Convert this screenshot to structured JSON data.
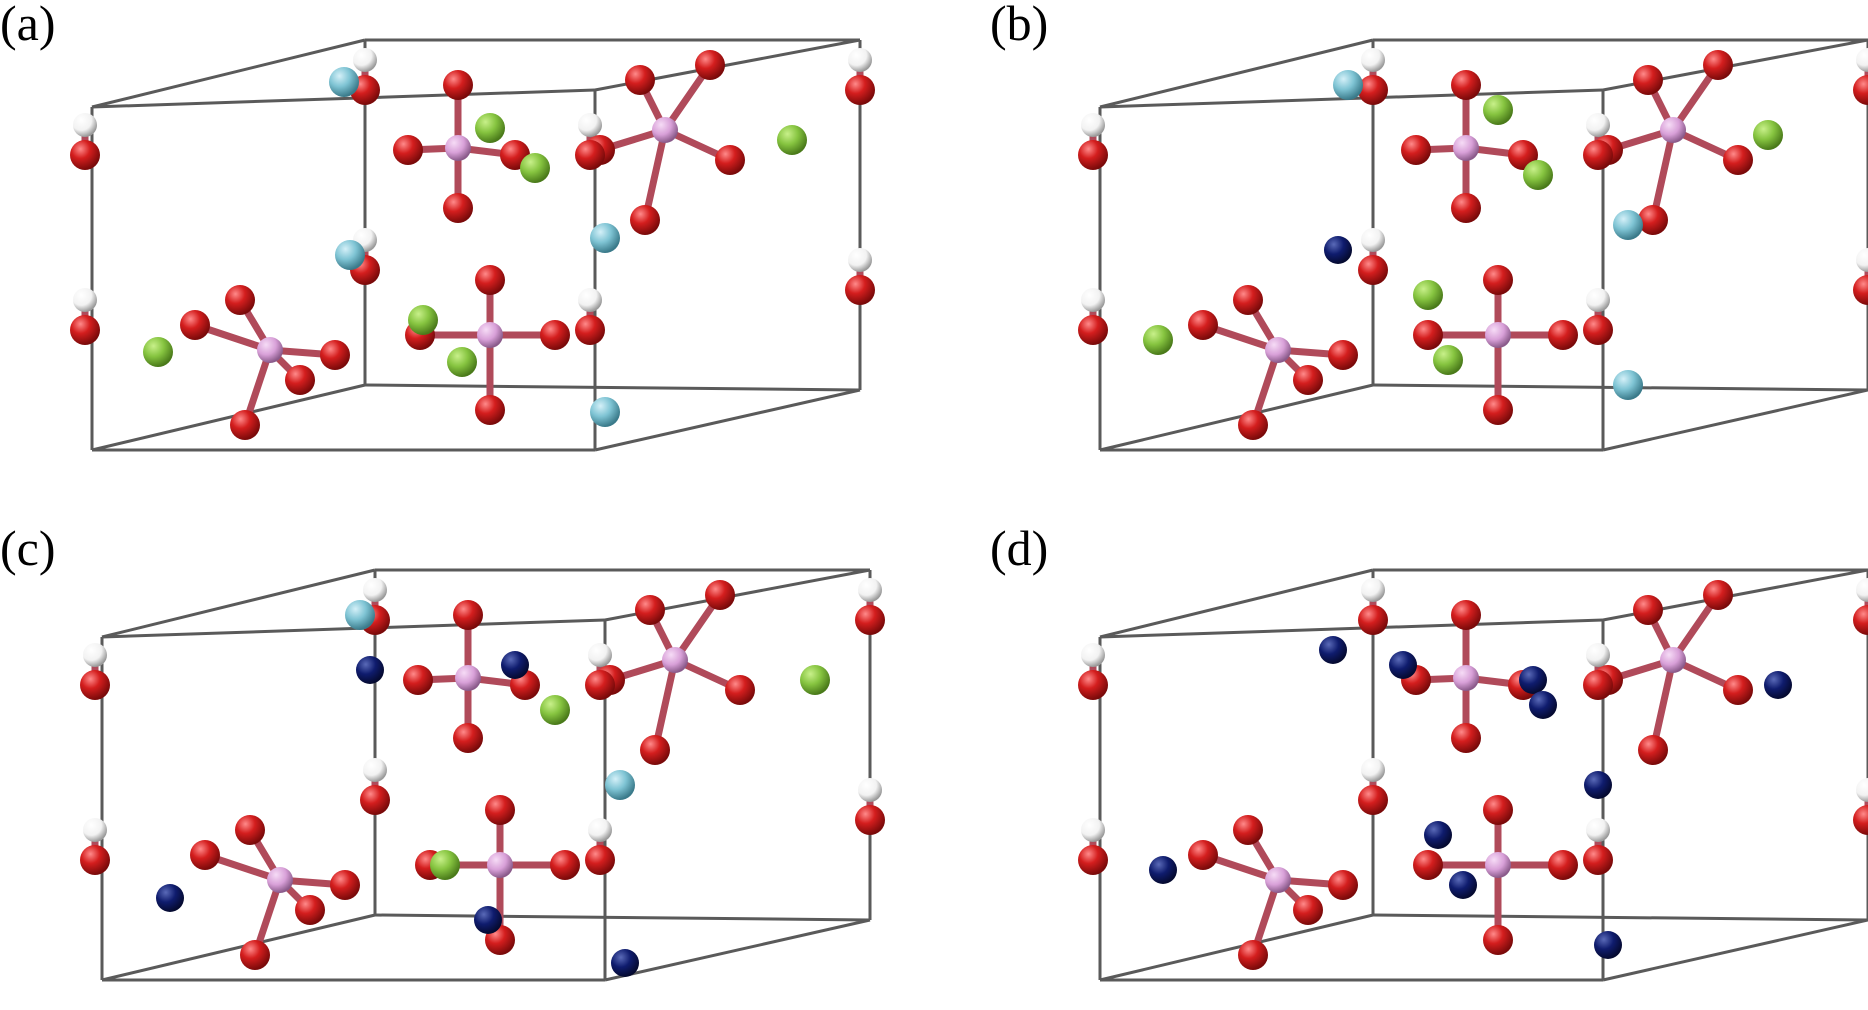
{
  "panels": [
    {
      "label": "(a)"
    },
    {
      "label": "(b)"
    },
    {
      "label": "(c)"
    },
    {
      "label": "(d)"
    }
  ],
  "colors": {
    "background": "#ffffff",
    "cell_edge": "#5a5a5a",
    "bond": "#b04a5a",
    "oxygen": "#d41e1e",
    "hydrogen": "#f2f2f2",
    "phosphorus": "#d8a0d8",
    "green_atom": "#86c440",
    "cyan_atom": "#7fc4d4",
    "navy_atom": "#0f1c6e"
  }
}
